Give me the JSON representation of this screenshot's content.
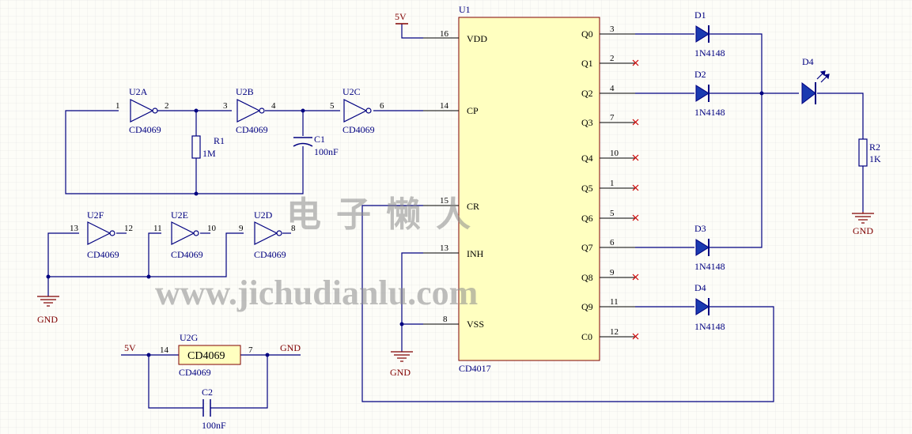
{
  "colors": {
    "background": "#fdfdf8",
    "grid": "#dcdcdc",
    "wire": "#000080",
    "power": "#800000",
    "ic_fill": "#ffffc0",
    "ic_border": "#800000",
    "no_connect": "#cc0000",
    "watermark": "#8a8a8a"
  },
  "power": {
    "vcc_label": "5V",
    "gnd_label": "GND"
  },
  "u1": {
    "ref": "U1",
    "part": "CD4017",
    "left_pins": [
      {
        "num": "16",
        "name": "VDD"
      },
      {
        "num": "14",
        "name": "CP"
      },
      {
        "num": "15",
        "name": "CR"
      },
      {
        "num": "13",
        "name": "INH"
      },
      {
        "num": "8",
        "name": "VSS"
      }
    ],
    "right_pins": [
      {
        "num": "3",
        "name": "Q0"
      },
      {
        "num": "2",
        "name": "Q1"
      },
      {
        "num": "4",
        "name": "Q2"
      },
      {
        "num": "7",
        "name": "Q3"
      },
      {
        "num": "10",
        "name": "Q4"
      },
      {
        "num": "1",
        "name": "Q5"
      },
      {
        "num": "5",
        "name": "Q6"
      },
      {
        "num": "6",
        "name": "Q7"
      },
      {
        "num": "9",
        "name": "Q8"
      },
      {
        "num": "11",
        "name": "Q9"
      },
      {
        "num": "12",
        "name": "C0"
      }
    ]
  },
  "gates": [
    {
      "ref": "U2A",
      "part": "CD4069",
      "in_pin": "1",
      "out_pin": "2"
    },
    {
      "ref": "U2B",
      "part": "CD4069",
      "in_pin": "3",
      "out_pin": "4"
    },
    {
      "ref": "U2C",
      "part": "CD4069",
      "in_pin": "5",
      "out_pin": "6"
    },
    {
      "ref": "U2F",
      "part": "CD4069",
      "in_pin": "13",
      "out_pin": "12"
    },
    {
      "ref": "U2E",
      "part": "CD4069",
      "in_pin": "11",
      "out_pin": "10"
    },
    {
      "ref": "U2D",
      "part": "CD4069",
      "in_pin": "9",
      "out_pin": "8"
    }
  ],
  "u2g": {
    "ref": "U2G",
    "label": "CD4069",
    "part": "CD4069",
    "pin_left": "14",
    "pin_right": "7",
    "vcc": "5V",
    "gnd": "GND"
  },
  "r1": {
    "ref": "R1",
    "value": "1M"
  },
  "r2": {
    "ref": "R2",
    "value": "1K"
  },
  "c1": {
    "ref": "C1",
    "value": "100nF"
  },
  "c2": {
    "ref": "C2",
    "value": "100nF"
  },
  "diodes": [
    {
      "ref": "D1",
      "part": "1N4148"
    },
    {
      "ref": "D2",
      "part": "1N4148"
    },
    {
      "ref": "D3",
      "part": "1N4148"
    },
    {
      "ref": "D4",
      "part": "1N4148"
    }
  ],
  "led": {
    "ref": "D4"
  },
  "watermark": {
    "chinese": "电 子 懒 人",
    "url": "www.jichudianlu.com"
  }
}
